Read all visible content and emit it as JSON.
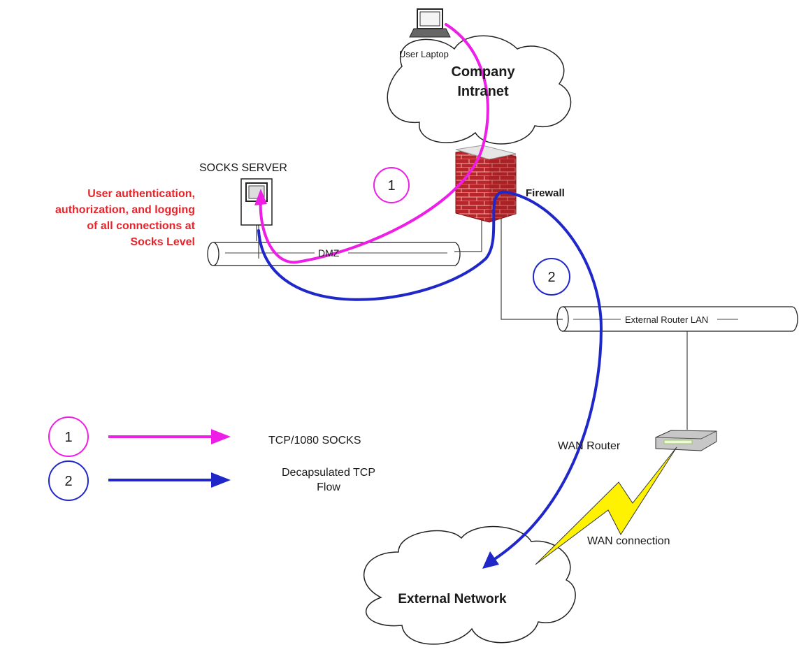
{
  "colors": {
    "socks_flow": "#ee1ee6",
    "tcp_flow": "#1f27c9",
    "annotation": "#e8232a",
    "firewall_brick": "#b7262a",
    "bolt": "#fff200"
  },
  "icons": [
    "laptop-icon",
    "cloud-icon",
    "firewall-icon",
    "socks-server-icon",
    "router-icon",
    "lightning-icon"
  ],
  "nodes": {
    "user_laptop": "User Laptop",
    "company_intranet": [
      "Company",
      "Intranet"
    ],
    "socks_server": "SOCKS SERVER",
    "firewall": "Firewall",
    "dmz": "DMZ",
    "external_router_lan": "External Router LAN",
    "wan_router": "WAN Router",
    "wan_connection": "WAN connection",
    "external_network": "External Network"
  },
  "annotation": [
    "User authentication,",
    "authorization, and logging",
    "of all connections at",
    "Socks Level"
  ],
  "flow_markers": [
    "1",
    "2"
  ],
  "legend": [
    {
      "number": "1",
      "label_lines": [
        "TCP/1080 SOCKS"
      ]
    },
    {
      "number": "2",
      "label_lines": [
        "Decapsulated TCP",
        "Flow"
      ]
    }
  ]
}
